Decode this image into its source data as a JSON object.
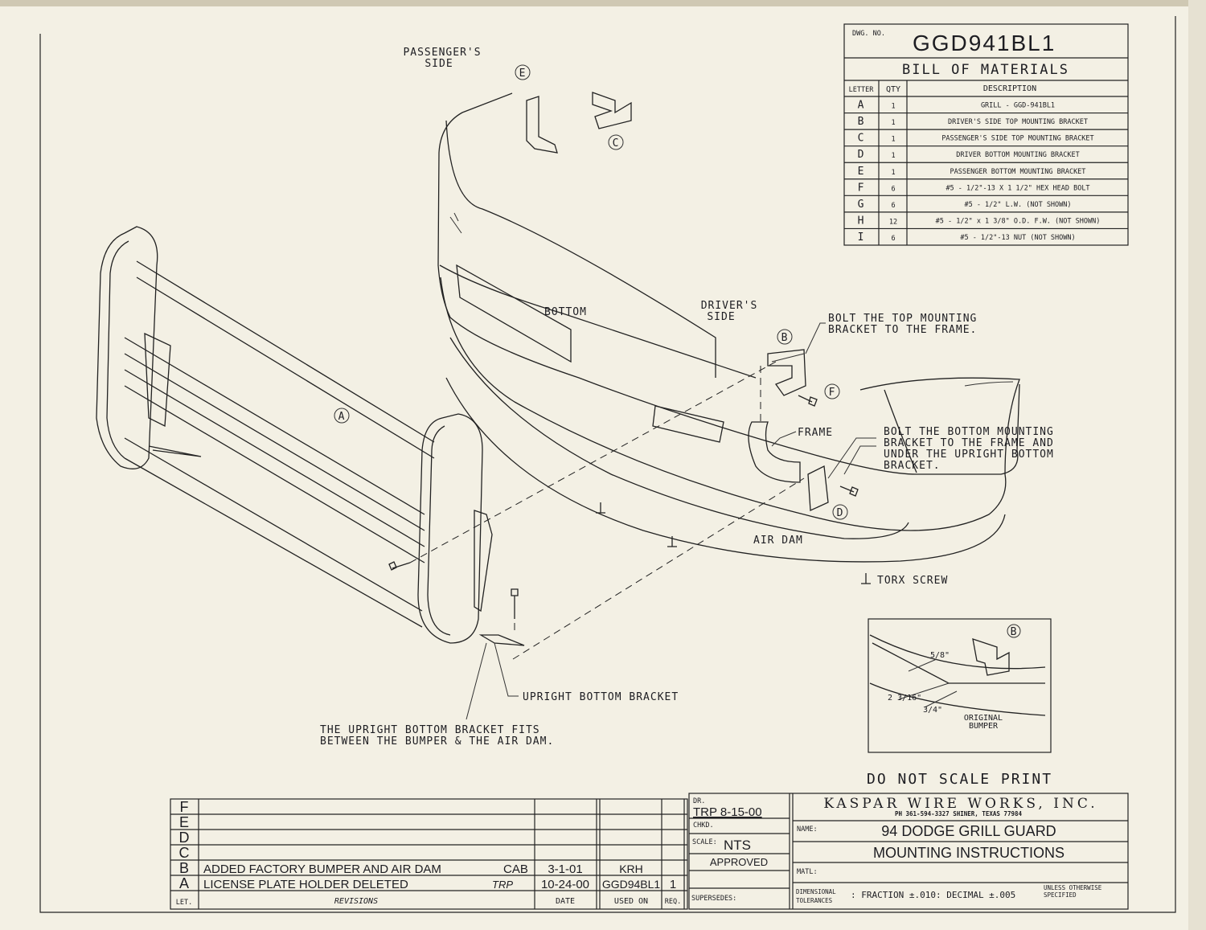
{
  "bom": {
    "dwg_no_label": "DWG. NO.",
    "dwg_no": "GGD941BL1",
    "title": "BILL OF MATERIALS",
    "headers": [
      "LETTER",
      "QTY",
      "DESCRIPTION"
    ],
    "rows": [
      {
        "letter": "A",
        "qty": "1",
        "desc": "GRILL - GGD-941BL1"
      },
      {
        "letter": "B",
        "qty": "1",
        "desc": "DRIVER'S SIDE TOP MOUNTING BRACKET"
      },
      {
        "letter": "C",
        "qty": "1",
        "desc": "PASSENGER'S SIDE TOP MOUNTING BRACKET"
      },
      {
        "letter": "D",
        "qty": "1",
        "desc": "DRIVER BOTTOM MOUNTING BRACKET"
      },
      {
        "letter": "E",
        "qty": "1",
        "desc": "PASSENGER BOTTOM MOUNTING BRACKET"
      },
      {
        "letter": "F",
        "qty": "6",
        "desc": "#5 - 1/2\"-13 X 1 1/2\" HEX HEAD BOLT"
      },
      {
        "letter": "G",
        "qty": "6",
        "desc": "#5 - 1/2\" L.W. (NOT SHOWN)"
      },
      {
        "letter": "H",
        "qty": "12",
        "desc": "#5 - 1/2\" x 1 3/8\" O.D. F.W. (NOT SHOWN)"
      },
      {
        "letter": "I",
        "qty": "6",
        "desc": "#5 - 1/2\"-13 NUT (NOT SHOWN)"
      }
    ]
  },
  "labels": {
    "passenger_side": [
      "PASSENGER'S",
      "SIDE"
    ],
    "driver_side": [
      "DRIVER'S",
      "SIDE"
    ],
    "bottom": "BOTTOM",
    "frame": "FRAME",
    "air_dam": "AIR DAM",
    "torx_screw": "TORX SCREW",
    "top_bracket_note": [
      "BOLT THE TOP MOUNTING",
      "BRACKET TO THE FRAME."
    ],
    "bottom_bracket_note": [
      "BOLT THE BOTTOM MOUNTING",
      "BRACKET TO THE FRAME AND",
      "UNDER THE UPRIGHT BOTTOM",
      "BRACKET."
    ],
    "upright_bracket": "UPRIGHT BOTTOM BRACKET",
    "upright_note": [
      "THE UPRIGHT BOTTOM BRACKET FITS",
      "BETWEEN THE BUMPER & THE AIR DAM."
    ],
    "callouts": {
      "A": "A",
      "B": "B",
      "C": "C",
      "D": "D",
      "E": "E",
      "F": "F"
    },
    "detail": {
      "dim1": "5/8\"",
      "dim2": "2 3/16\"",
      "dim3": "3/4\"",
      "original_bumper": [
        "ORIGINAL",
        "BUMPER"
      ],
      "callout": "B"
    },
    "do_not_scale": "DO NOT SCALE PRINT"
  },
  "revisions": {
    "rows": [
      {
        "let": "F",
        "desc": "",
        "by": "",
        "date": "",
        "used_on": "",
        "req": ""
      },
      {
        "let": "E",
        "desc": "",
        "by": "",
        "date": "",
        "used_on": "",
        "req": ""
      },
      {
        "let": "D",
        "desc": "",
        "by": "",
        "date": "",
        "used_on": "",
        "req": ""
      },
      {
        "let": "C",
        "desc": "",
        "by": "",
        "date": "",
        "used_on": "",
        "req": ""
      },
      {
        "let": "B",
        "desc": "ADDED FACTORY BUMPER AND AIR DAM",
        "by": "CAB",
        "date": "3-1-01",
        "used_on": "KRH",
        "req": ""
      },
      {
        "let": "A",
        "desc": "LICENSE PLATE HOLDER DELETED",
        "by": "TRP",
        "date": "10-24-00",
        "used_on": "GGD94BL1",
        "req": "1"
      }
    ],
    "headers": {
      "let": "LET.",
      "revisions": "REVISIONS",
      "date": "DATE",
      "used_on": "USED ON",
      "req": "REQ."
    }
  },
  "title_block": {
    "dr_label": "DR.",
    "dr_value": "TRP 8-15-00",
    "chkd_label": "CHKD.",
    "scale_label": "SCALE:",
    "scale_value": "NTS",
    "approved": "APPROVED",
    "supersedes": "SUPERSEDES:",
    "company": "KASPAR WIRE WORKS, INC.",
    "company_sub": "PH 361-594-3327   SHINER, TEXAS 77984",
    "name_label": "NAME:",
    "name_line1": "94 DODGE GRILL GUARD",
    "name_line2": "MOUNTING INSTRUCTIONS",
    "matl_label": "MATL:",
    "tol_label1": "DIMENSIONAL",
    "tol_label2": "TOLERANCES",
    "tolerances": ": FRACTION ±.010: DECIMAL ±.005",
    "unless1": "UNLESS OTHERWISE",
    "unless2": "SPECIFIED"
  }
}
